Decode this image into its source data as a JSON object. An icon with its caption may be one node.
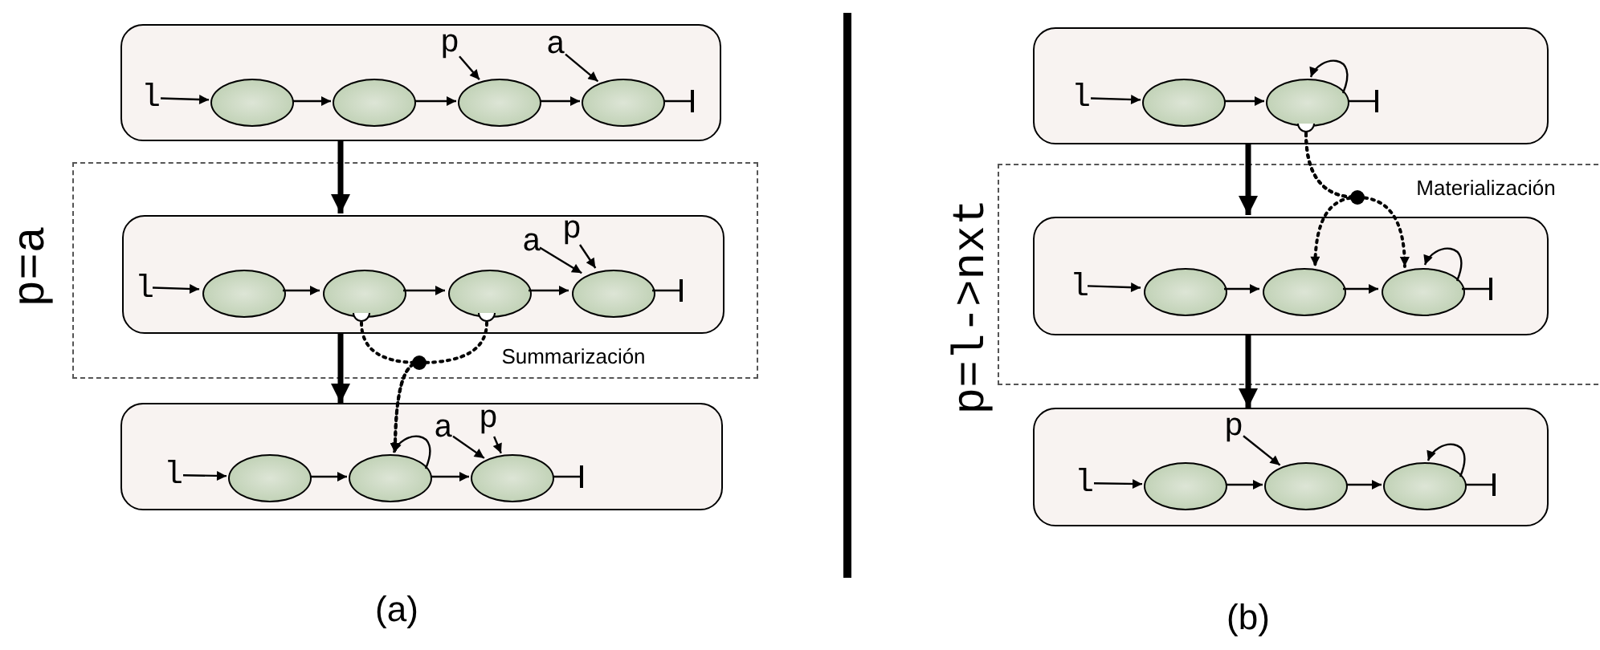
{
  "diagram": {
    "nodes": [
      {
        "text": [],
        "shape": "box"
      },
      {
        "text": [
          "l"
        ],
        "in": 0
      },
      {
        "text": [
          "p"
        ],
        "in": 0
      },
      {
        "text": [
          "a"
        ],
        "in": 0
      },
      {
        "text": [],
        "shape": "ellipse",
        "in": 0
      },
      {
        "text": [],
        "shape": "ellipse",
        "in": 0
      },
      {
        "text": [],
        "shape": "ellipse",
        "in": 0
      },
      {
        "text": [],
        "shape": "ellipse",
        "in": 0
      },
      {
        "text": [
          "p=a"
        ]
      },
      {
        "text": [],
        "shape": "box",
        "in": 8
      },
      {
        "text": [
          "l"
        ],
        "in": 9
      },
      {
        "text": [
          "a"
        ],
        "in": 9
      },
      {
        "text": [
          "p"
        ],
        "in": 9
      },
      {
        "text": [],
        "shape": "ellipse",
        "in": 9
      },
      {
        "text": [],
        "shape": "ellipse",
        "in": 9
      },
      {
        "text": [],
        "shape": "ellipse",
        "in": 9
      },
      {
        "text": [],
        "shape": "ellipse",
        "in": 9
      },
      {
        "text": [],
        "shape": "box"
      },
      {
        "text": [
          "l"
        ],
        "in": 17
      },
      {
        "text": [
          "a"
        ],
        "in": 17
      },
      {
        "text": [
          "p"
        ],
        "in": 17
      },
      {
        "text": [],
        "shape": "ellipse",
        "in": 17
      },
      {
        "text": [],
        "shape": "ellipse",
        "in": 17
      },
      {
        "text": [],
        "shape": "ellipse",
        "in": 17
      },
      {
        "text": [],
        "shape": "box"
      },
      {
        "text": [
          "l"
        ],
        "in": 24
      },
      {
        "text": [],
        "shape": "ellipse",
        "in": 24
      },
      {
        "text": [],
        "shape": "ellipse",
        "in": 24
      },
      {
        "text": [
          "p=l->nxt"
        ]
      },
      {
        "text": [],
        "shape": "box",
        "in": 28
      },
      {
        "text": [
          "l"
        ],
        "in": 29
      },
      {
        "text": [],
        "shape": "ellipse",
        "in": 29
      },
      {
        "text": [],
        "shape": "ellipse",
        "in": 29
      },
      {
        "text": [],
        "shape": "ellipse",
        "in": 29
      },
      {
        "text": [],
        "shape": "box"
      },
      {
        "text": [
          "p"
        ],
        "in": 34
      },
      {
        "text": [
          "l"
        ],
        "in": 34
      },
      {
        "text": [],
        "shape": "ellipse",
        "in": 34
      },
      {
        "text": [],
        "shape": "ellipse",
        "in": 34
      },
      {
        "text": [],
        "shape": "ellipse",
        "in": 34
      }
    ],
    "edges": [
      {
        "from": 1,
        "to": 4,
        "arrow": "to"
      },
      {
        "from": 4,
        "to": 5,
        "arrow": "to"
      },
      {
        "from": 5,
        "to": 6,
        "arrow": "to"
      },
      {
        "from": 6,
        "to": 7,
        "arrow": "to"
      },
      {
        "from": 2,
        "to": 6,
        "arrow": "to"
      },
      {
        "from": 3,
        "to": 7,
        "arrow": "to"
      },
      {
        "from": 7,
        "to": null,
        "arrow": "other"
      },
      {
        "from": 0,
        "to": 9,
        "arrow": "to",
        "style": "thick"
      },
      {
        "from": 10,
        "to": 13,
        "arrow": "to"
      },
      {
        "from": 13,
        "to": 14,
        "arrow": "to"
      },
      {
        "from": 14,
        "to": 15,
        "arrow": "to"
      },
      {
        "from": 15,
        "to": 16,
        "arrow": "to"
      },
      {
        "from": 11,
        "to": 16,
        "arrow": "to"
      },
      {
        "from": 12,
        "to": 16,
        "arrow": "to"
      },
      {
        "from": 16,
        "to": null,
        "arrow": "other"
      },
      {
        "from": 9,
        "to": 17,
        "arrow": "to",
        "style": "thick"
      },
      {
        "from": 14,
        "to": 22,
        "arrow": "to",
        "style": "dashed"
      },
      {
        "from": 15,
        "to": 22,
        "arrow": "to",
        "style": "dashed"
      },
      {
        "from": 18,
        "to": 21,
        "arrow": "to"
      },
      {
        "from": 21,
        "to": 22,
        "arrow": "to"
      },
      {
        "from": 22,
        "to": 23,
        "arrow": "to"
      },
      {
        "from": 19,
        "to": 23,
        "arrow": "to"
      },
      {
        "from": 20,
        "to": 23,
        "arrow": "to"
      },
      {
        "from": 23,
        "to": null,
        "arrow": "other"
      },
      {
        "from": 22,
        "to": 22,
        "arrow": "to"
      },
      {
        "from": 25,
        "to": 26,
        "arrow": "to"
      },
      {
        "from": 26,
        "to": 27,
        "arrow": "to"
      },
      {
        "from": 27,
        "to": null,
        "arrow": "other"
      },
      {
        "from": 27,
        "to": 27,
        "arrow": "to"
      },
      {
        "from": 24,
        "to": 29,
        "arrow": "to",
        "style": "thick"
      },
      {
        "from": 27,
        "to": 32,
        "arrow": "to",
        "style": "dashed"
      },
      {
        "from": 27,
        "to": 33,
        "arrow": "to",
        "style": "dashed"
      },
      {
        "from": 30,
        "to": 31,
        "arrow": "to"
      },
      {
        "from": 31,
        "to": 32,
        "arrow": "to"
      },
      {
        "from": 32,
        "to": 33,
        "arrow": "to"
      },
      {
        "from": 33,
        "to": null,
        "arrow": "other"
      },
      {
        "from": 33,
        "to": 33,
        "arrow": "to"
      },
      {
        "from": 29,
        "to": 34,
        "arrow": "to",
        "style": "thick"
      },
      {
        "from": 36,
        "to": 37,
        "arrow": "to"
      },
      {
        "from": 37,
        "to": 38,
        "arrow": "to"
      },
      {
        "from": 38,
        "to": 39,
        "arrow": "to"
      },
      {
        "from": 35,
        "to": 38,
        "arrow": "to"
      },
      {
        "from": 39,
        "to": null,
        "arrow": "other"
      },
      {
        "from": 39,
        "to": 39,
        "arrow": "to"
      }
    ],
    "labels": [
      "Summarización",
      "Materialización",
      "(a)",
      "(b)"
    ]
  }
}
